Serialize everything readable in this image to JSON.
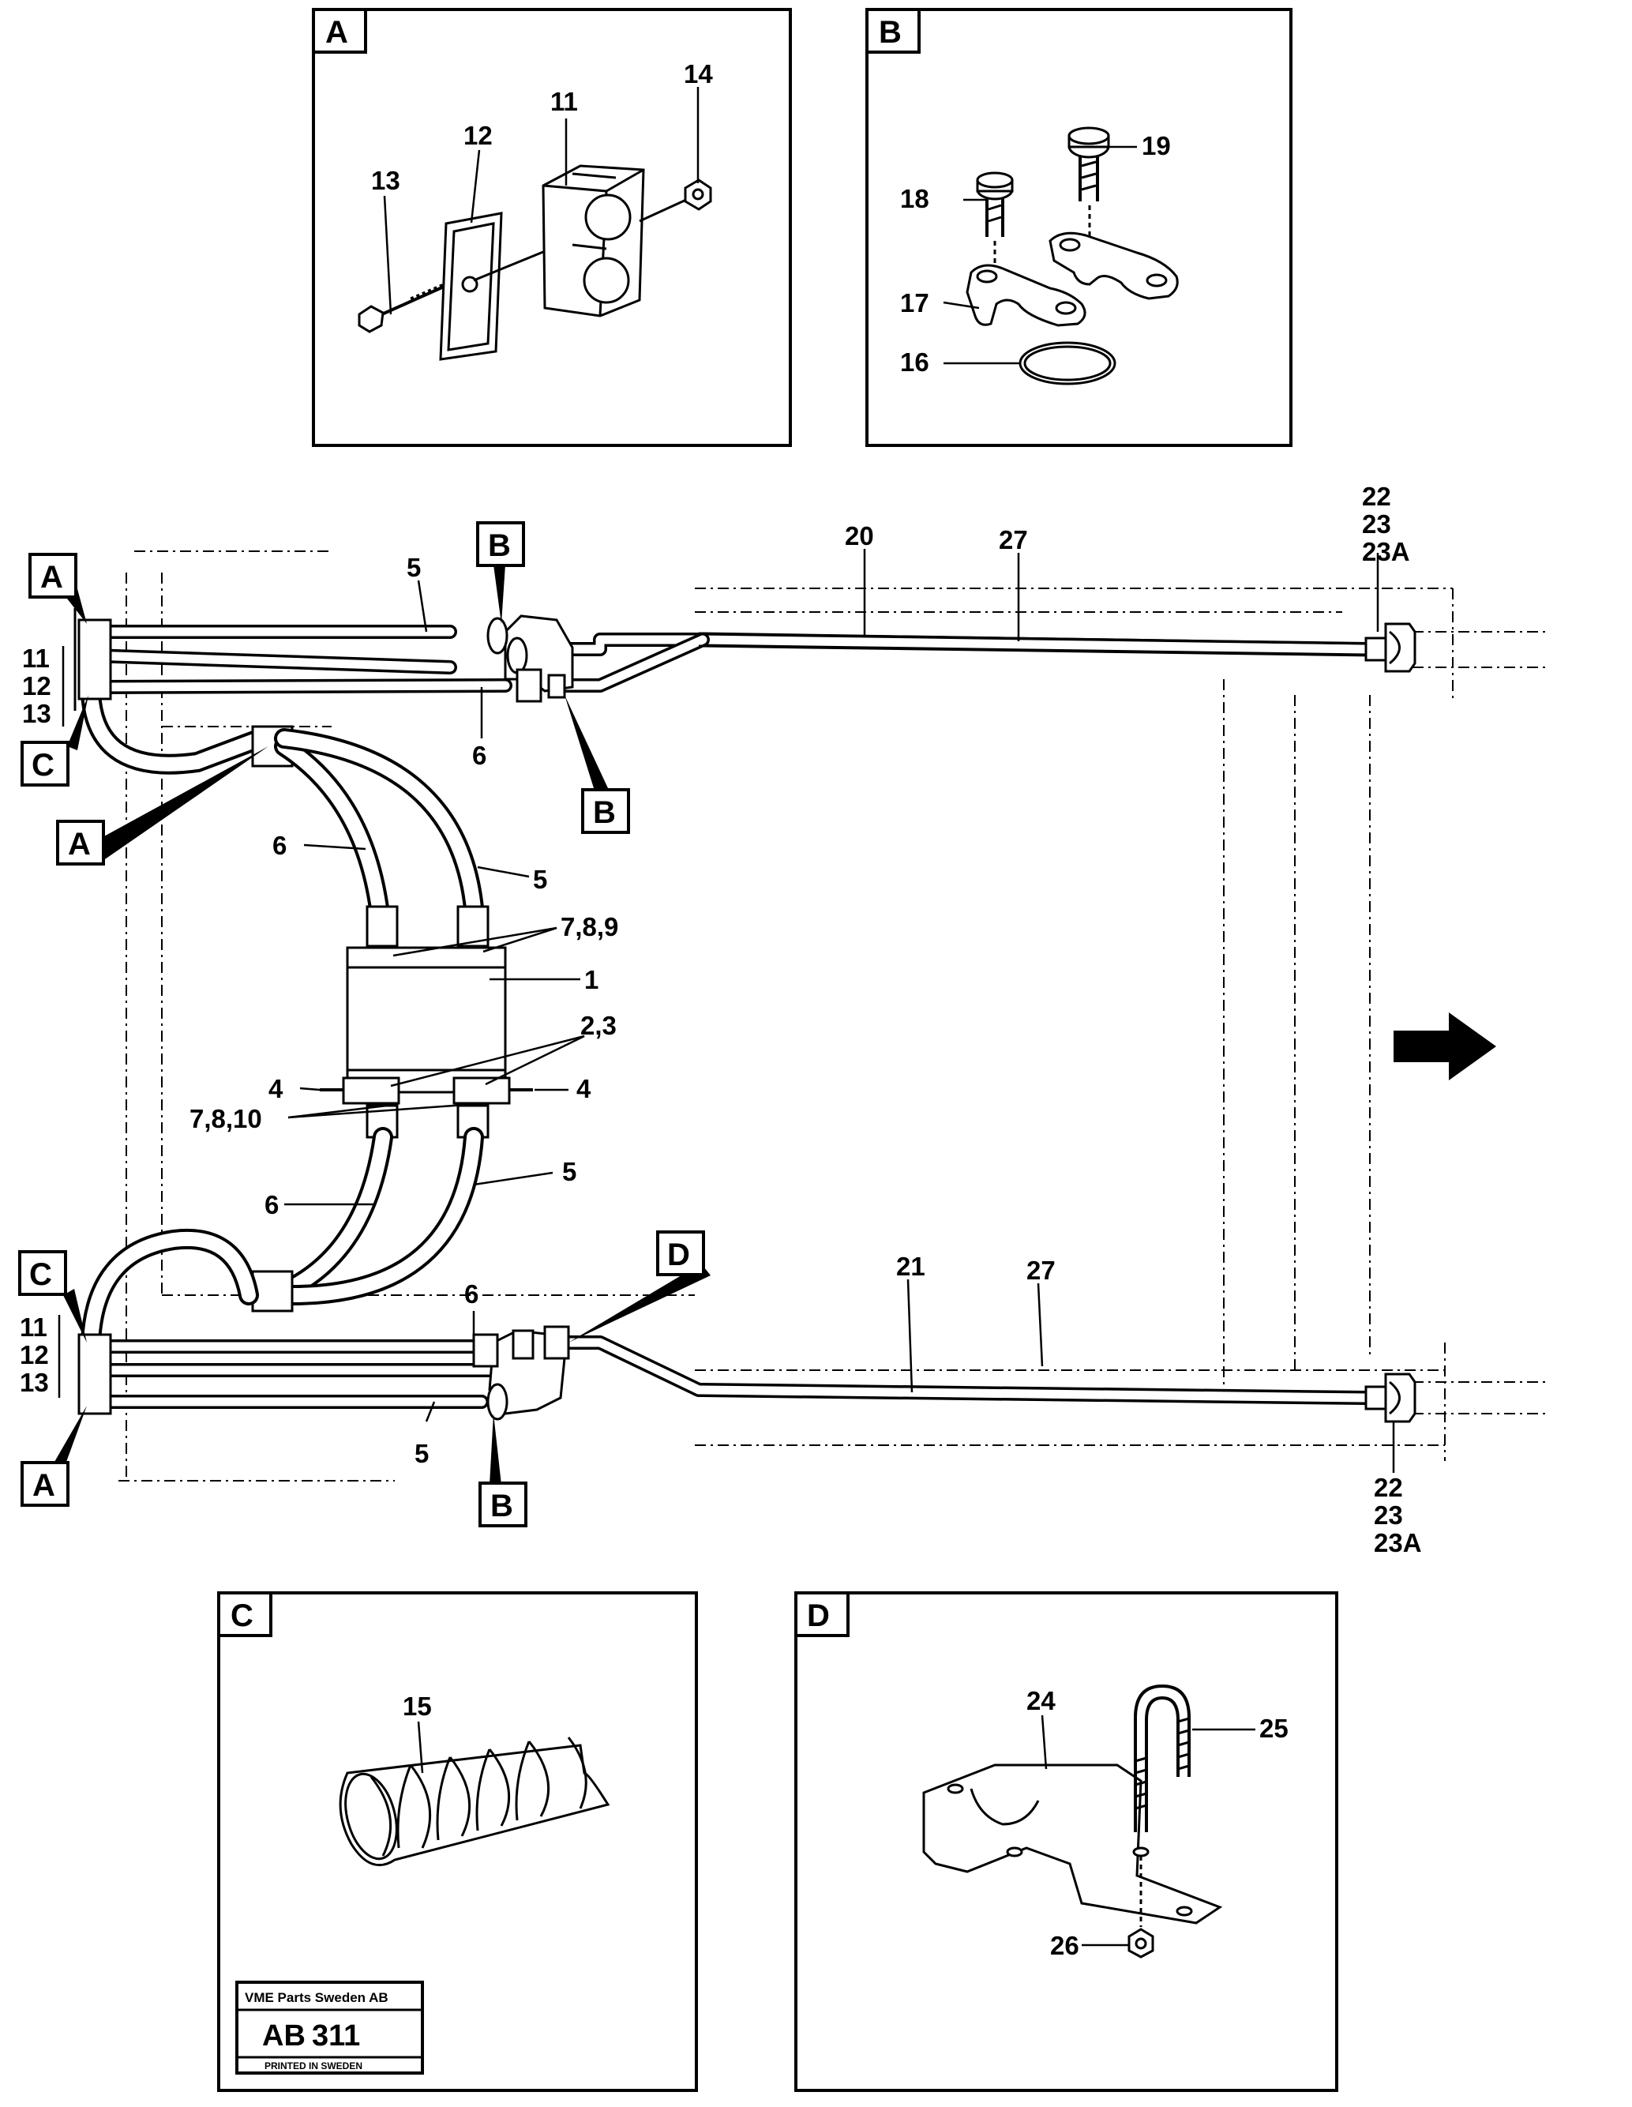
{
  "detail_A": {
    "tag": "A",
    "n11": "11",
    "n12": "12",
    "n13": "13",
    "n14": "14"
  },
  "detail_B": {
    "tag": "B",
    "n16": "16",
    "n17": "17",
    "n18": "18",
    "n19": "19"
  },
  "detail_C": {
    "tag": "C",
    "n15": "15"
  },
  "detail_D": {
    "tag": "D",
    "n24": "24",
    "n25": "25",
    "n26": "26"
  },
  "main": {
    "callout_A": "A",
    "callout_B": "B",
    "callout_C": "C",
    "callout_D": "D",
    "n1": "1",
    "n4": "4",
    "n5": "5",
    "n6": "6",
    "n20": "20",
    "n21": "21",
    "n27": "27",
    "n11": "11",
    "n12": "12",
    "n13": "13",
    "n22": "22",
    "n23": "23",
    "n23A": "23A",
    "n789": "7,8,9",
    "n23b": "2,3",
    "n7810": "7,8,10"
  },
  "title_block": {
    "company": "VME Parts Sweden AB",
    "code_prefix": "AB",
    "code_number": "311",
    "printed": "PRINTED IN SWEDEN"
  },
  "icons": {
    "direction": "arrow-right-icon"
  }
}
